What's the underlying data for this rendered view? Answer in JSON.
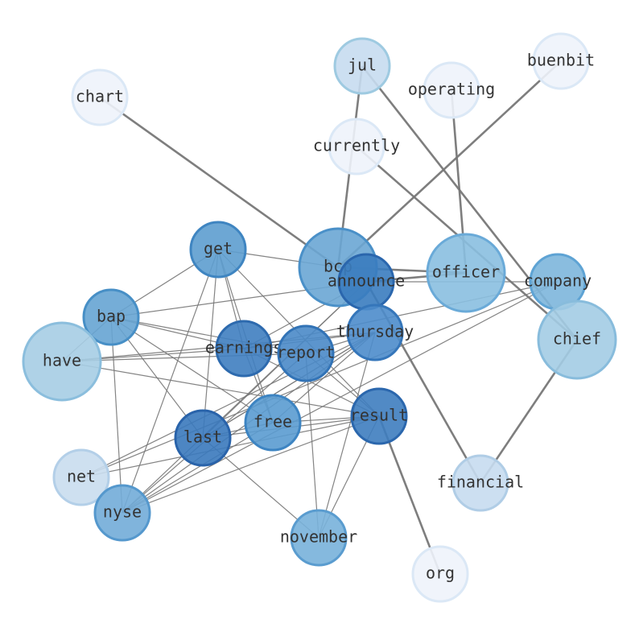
{
  "nodes": [
    {
      "id": "jul",
      "label": "jul",
      "color": "#c6dbef",
      "stroke": "#9ecae1"
    },
    {
      "id": "operating",
      "label": "operating",
      "color": "#eef3fb",
      "stroke": "#dbe8f6"
    },
    {
      "id": "buenbit",
      "label": "buenbit",
      "color": "#eef3fb",
      "stroke": "#dbe8f6"
    },
    {
      "id": "chart",
      "label": "chart",
      "color": "#eef3fb",
      "stroke": "#dbe8f6"
    },
    {
      "id": "currently",
      "label": "currently",
      "color": "#eef3fb",
      "stroke": "#dbe8f6"
    },
    {
      "id": "get",
      "label": "get",
      "color": "#5d9dcf",
      "stroke": "#3f85c1"
    },
    {
      "id": "bcp",
      "label": "bcp",
      "color": "#6aa6d4",
      "stroke": "#4a90c8"
    },
    {
      "id": "officer",
      "label": "officer",
      "color": "#8abfe0",
      "stroke": "#6aaad8"
    },
    {
      "id": "announce",
      "label": "announce",
      "color": "#3a7cbf",
      "stroke": "#2a66ad"
    },
    {
      "id": "company",
      "label": "company",
      "color": "#7db6dc",
      "stroke": "#5ea3d4"
    },
    {
      "id": "bap",
      "label": "bap",
      "color": "#66a4d3",
      "stroke": "#478fc6"
    },
    {
      "id": "thursday",
      "label": "thursday",
      "color": "#4d8ccb",
      "stroke": "#3576ba"
    },
    {
      "id": "earnings",
      "label": "earnings",
      "color": "#3f7ec0",
      "stroke": "#2d6aae"
    },
    {
      "id": "report",
      "label": "report",
      "color": "#4a89c8",
      "stroke": "#3273b6"
    },
    {
      "id": "have",
      "label": "have",
      "color": "#a6cde4",
      "stroke": "#8bbedd"
    },
    {
      "id": "chief",
      "label": "chief",
      "color": "#a3cce4",
      "stroke": "#88bcdc"
    },
    {
      "id": "free",
      "label": "free",
      "color": "#5a9bd0",
      "stroke": "#3d84c2"
    },
    {
      "id": "result",
      "label": "result",
      "color": "#3e7dbf",
      "stroke": "#2b67ad"
    },
    {
      "id": "last",
      "label": "last",
      "color": "#3a79bd",
      "stroke": "#2963aa"
    },
    {
      "id": "net",
      "label": "net",
      "color": "#c9ddee",
      "stroke": "#b3cfe8"
    },
    {
      "id": "nyse",
      "label": "nyse",
      "color": "#72acd8",
      "stroke": "#5598cd"
    },
    {
      "id": "financial",
      "label": "financial",
      "color": "#c6dbef",
      "stroke": "#b0cde6"
    },
    {
      "id": "november",
      "label": "november",
      "color": "#78b1da",
      "stroke": "#5a9ccf"
    },
    {
      "id": "org",
      "label": "org",
      "color": "#eef3fb",
      "stroke": "#dbe8f6"
    }
  ],
  "edges_heavy": [
    [
      "chart",
      "bcp"
    ],
    [
      "jul",
      "bcp"
    ],
    [
      "jul",
      "chief"
    ],
    [
      "buenbit",
      "bcp"
    ],
    [
      "operating",
      "officer"
    ],
    [
      "currently",
      "chief"
    ],
    [
      "bcp",
      "officer"
    ],
    [
      "announce",
      "officer"
    ],
    [
      "announce",
      "financial"
    ],
    [
      "result",
      "org"
    ],
    [
      "chief",
      "financial"
    ]
  ],
  "edges_light": [
    [
      "get",
      "bcp"
    ],
    [
      "get",
      "bap"
    ],
    [
      "get",
      "earnings"
    ],
    [
      "get",
      "free"
    ],
    [
      "get",
      "last"
    ],
    [
      "get",
      "result"
    ],
    [
      "get",
      "nyse"
    ],
    [
      "bap",
      "have"
    ],
    [
      "bap",
      "earnings"
    ],
    [
      "bap",
      "report"
    ],
    [
      "bap",
      "free"
    ],
    [
      "bap",
      "last"
    ],
    [
      "bap",
      "nyse"
    ],
    [
      "bap",
      "announce"
    ],
    [
      "have",
      "earnings"
    ],
    [
      "have",
      "report"
    ],
    [
      "have",
      "result"
    ],
    [
      "have",
      "thursday"
    ],
    [
      "earnings",
      "thursday"
    ],
    [
      "earnings",
      "company"
    ],
    [
      "earnings",
      "free"
    ],
    [
      "earnings",
      "result"
    ],
    [
      "report",
      "thursday"
    ],
    [
      "report",
      "result"
    ],
    [
      "report",
      "november"
    ],
    [
      "report",
      "nyse"
    ],
    [
      "announce",
      "last"
    ],
    [
      "announce",
      "nyse"
    ],
    [
      "announce",
      "earnings"
    ],
    [
      "announce",
      "company"
    ],
    [
      "thursday",
      "last"
    ],
    [
      "thursday",
      "november"
    ],
    [
      "thursday",
      "free"
    ],
    [
      "thursday",
      "nyse"
    ],
    [
      "last",
      "free"
    ],
    [
      "last",
      "result"
    ],
    [
      "last",
      "november"
    ],
    [
      "last",
      "thursday"
    ],
    [
      "free",
      "result"
    ],
    [
      "free",
      "nyse"
    ],
    [
      "result",
      "net"
    ],
    [
      "result",
      "nyse"
    ],
    [
      "result",
      "november"
    ],
    [
      "net",
      "company"
    ],
    [
      "net",
      "thursday"
    ],
    [
      "company",
      "nyse"
    ]
  ]
}
